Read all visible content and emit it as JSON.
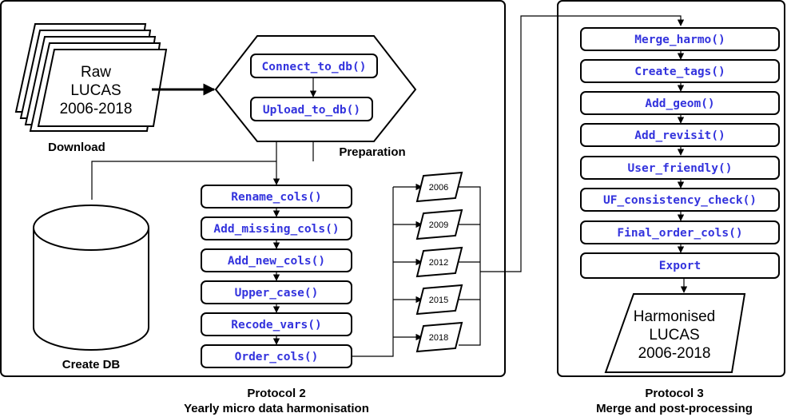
{
  "input": {
    "lines": [
      "Raw",
      "LUCAS",
      "2006-2018"
    ],
    "caption": "Download"
  },
  "database": {
    "caption": "Create DB"
  },
  "preparation": {
    "steps": [
      "Connect_to_db()",
      "Upload_to_db()"
    ],
    "caption": "Preparation"
  },
  "protocol2": {
    "steps": [
      "Rename_cols()",
      "Add_missing_cols()",
      "Add_new_cols()",
      "Upper_case()",
      "Recode_vars()",
      "Order_cols()"
    ],
    "title": "Protocol 2",
    "subtitle": "Yearly micro data harmonisation"
  },
  "years": [
    "2006",
    "2009",
    "2012",
    "2015",
    "2018"
  ],
  "protocol3": {
    "steps": [
      "Merge_harmo()",
      "Create_tags()",
      "Add_geom()",
      "Add_revisit()",
      "User_friendly()",
      "UF_consistency_check()",
      "Final_order_cols()",
      "Export"
    ],
    "title": "Protocol 3",
    "subtitle": "Merge and post-processing"
  },
  "output": {
    "lines": [
      "Harmonised",
      "LUCAS",
      "2006-2018"
    ]
  },
  "colors": {
    "function_text": "#3333dd",
    "stroke": "#000000",
    "background": "#ffffff"
  }
}
